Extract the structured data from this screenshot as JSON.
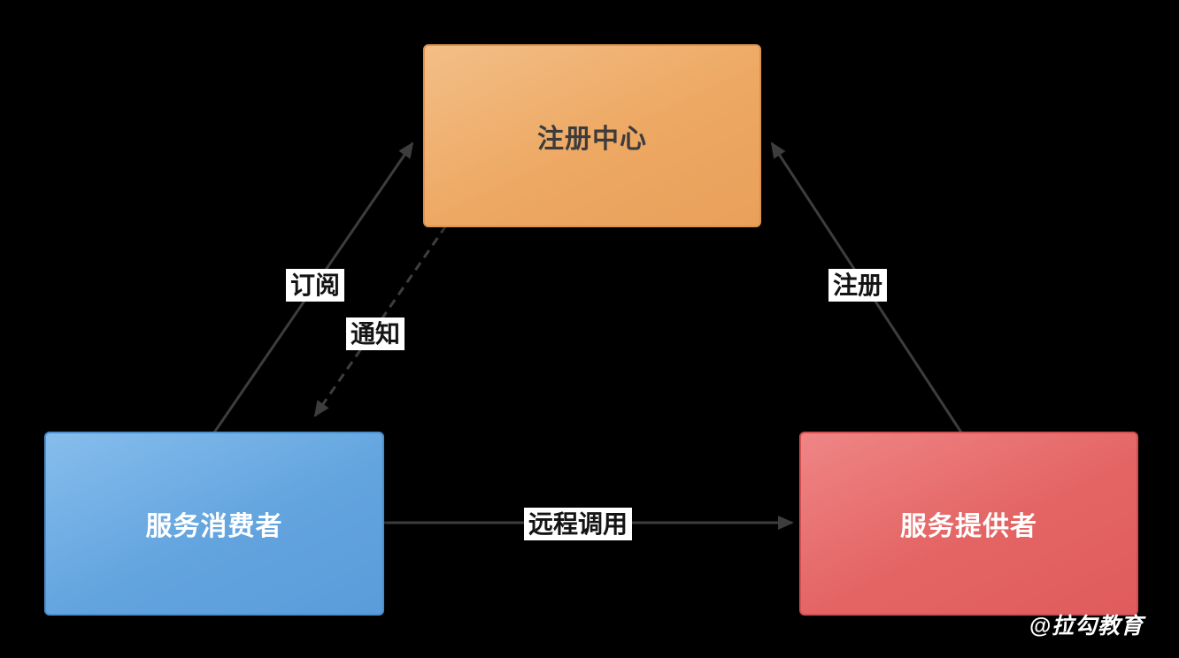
{
  "diagram": {
    "title": "service-registry-architecture",
    "nodes": {
      "registry": {
        "label": "注册中心"
      },
      "consumer": {
        "label": "服务消费者"
      },
      "provider": {
        "label": "服务提供者"
      }
    },
    "edges": {
      "subscribe": {
        "label": "订阅",
        "from": "consumer",
        "to": "registry",
        "style": "solid"
      },
      "notify": {
        "label": "通知",
        "from": "registry",
        "to": "consumer",
        "style": "dashed"
      },
      "register": {
        "label": "注册",
        "from": "provider",
        "to": "registry",
        "style": "solid"
      },
      "remote_call": {
        "label": "远程调用",
        "from": "consumer",
        "to": "provider",
        "style": "solid"
      }
    },
    "watermark": "@拉勾教育",
    "colors": {
      "background": "#000000",
      "registry_fill": "#eda863",
      "registry_border": "#dd9450",
      "consumer_fill": "#63a4df",
      "consumer_border": "#4a8ecb",
      "provider_fill": "#e46464",
      "provider_border": "#d14f4f",
      "arrow": "#3d3d3d",
      "label_background": "#ffffff",
      "label_text": "#141414"
    }
  }
}
